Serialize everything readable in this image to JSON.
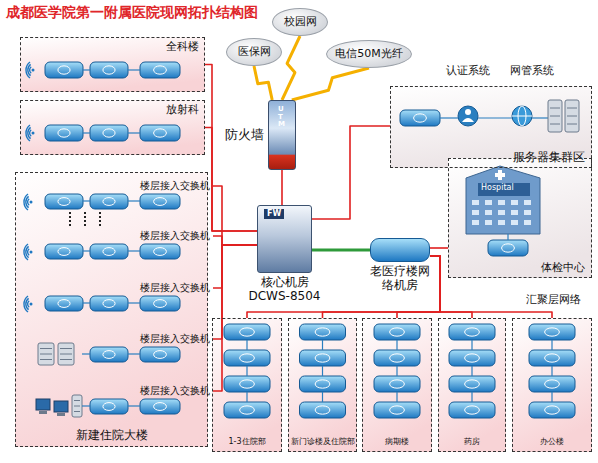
{
  "diagram": {
    "title": "成都医学院第一附属医院现网拓扑结构图",
    "nodes": [
      {
        "text": [
          "全科楼"
        ]
      },
      {
        "text": [
          "放射科"
        ]
      },
      {
        "text": [
          "新建住院大楼"
        ]
      },
      {
        "text": [
          "楼层接入交换机"
        ],
        "in": 2
      },
      {
        "text": [
          "楼层接入交换机"
        ],
        "in": 2
      },
      {
        "text": [
          "楼层接入交换机"
        ],
        "in": 2
      },
      {
        "text": [
          "楼层接入交换机"
        ],
        "in": 2
      },
      {
        "text": [
          "楼层接入交换机"
        ],
        "in": 2
      },
      {
        "text": [
          "医保网"
        ]
      },
      {
        "text": [
          "校园网"
        ]
      },
      {
        "text": [
          "电信50M光纤"
        ]
      },
      {
        "text": [
          "防火墙"
        ]
      },
      {
        "text": [
          "服务器集群区"
        ]
      },
      {
        "text": [
          "核心机房 DCWS-8504"
        ]
      },
      {
        "text": [
          "老医疗楼网络机房"
        ]
      },
      {
        "text": [
          "体检中心"
        ]
      },
      {
        "text": [
          "1-3住院部"
        ]
      },
      {
        "text": [
          "新门诊楼及住院部"
        ]
      },
      {
        "text": [
          "病期楼"
        ]
      },
      {
        "text": [
          "药房"
        ]
      },
      {
        "text": [
          "办公楼"
        ]
      }
    ],
    "edges": [
      {
        "from": 0,
        "to": 13,
        "arrow": "none"
      },
      {
        "from": 1,
        "to": 13,
        "arrow": "none"
      },
      {
        "from": 3,
        "to": 13,
        "arrow": "none"
      },
      {
        "from": 4,
        "to": 13,
        "arrow": "none"
      },
      {
        "from": 5,
        "to": 13,
        "arrow": "none"
      },
      {
        "from": 6,
        "to": 13,
        "arrow": "none"
      },
      {
        "from": 7,
        "to": 13,
        "arrow": "none"
      },
      {
        "from": 8,
        "to": 11,
        "arrow": "none"
      },
      {
        "from": 9,
        "to": 11,
        "arrow": "none"
      },
      {
        "from": 10,
        "to": 11,
        "arrow": "none"
      },
      {
        "from": 11,
        "to": 13,
        "arrow": "none"
      },
      {
        "from": 13,
        "to": 12,
        "arrow": "none"
      },
      {
        "from": 13,
        "to": 14,
        "arrow": "none"
      },
      {
        "from": 14,
        "to": 15,
        "arrow": "none"
      },
      {
        "from": 14,
        "to": 16,
        "arrow": "none"
      },
      {
        "from": 14,
        "to": 17,
        "arrow": "none"
      },
      {
        "from": 14,
        "to": 18,
        "arrow": "none"
      },
      {
        "from": 14,
        "to": 19,
        "arrow": "none"
      },
      {
        "from": 14,
        "to": 20,
        "arrow": "none"
      }
    ],
    "labels": [
      "认证系统",
      "网管系统",
      "汇聚层网络",
      "UTM",
      "FW",
      "Hospital"
    ]
  }
}
